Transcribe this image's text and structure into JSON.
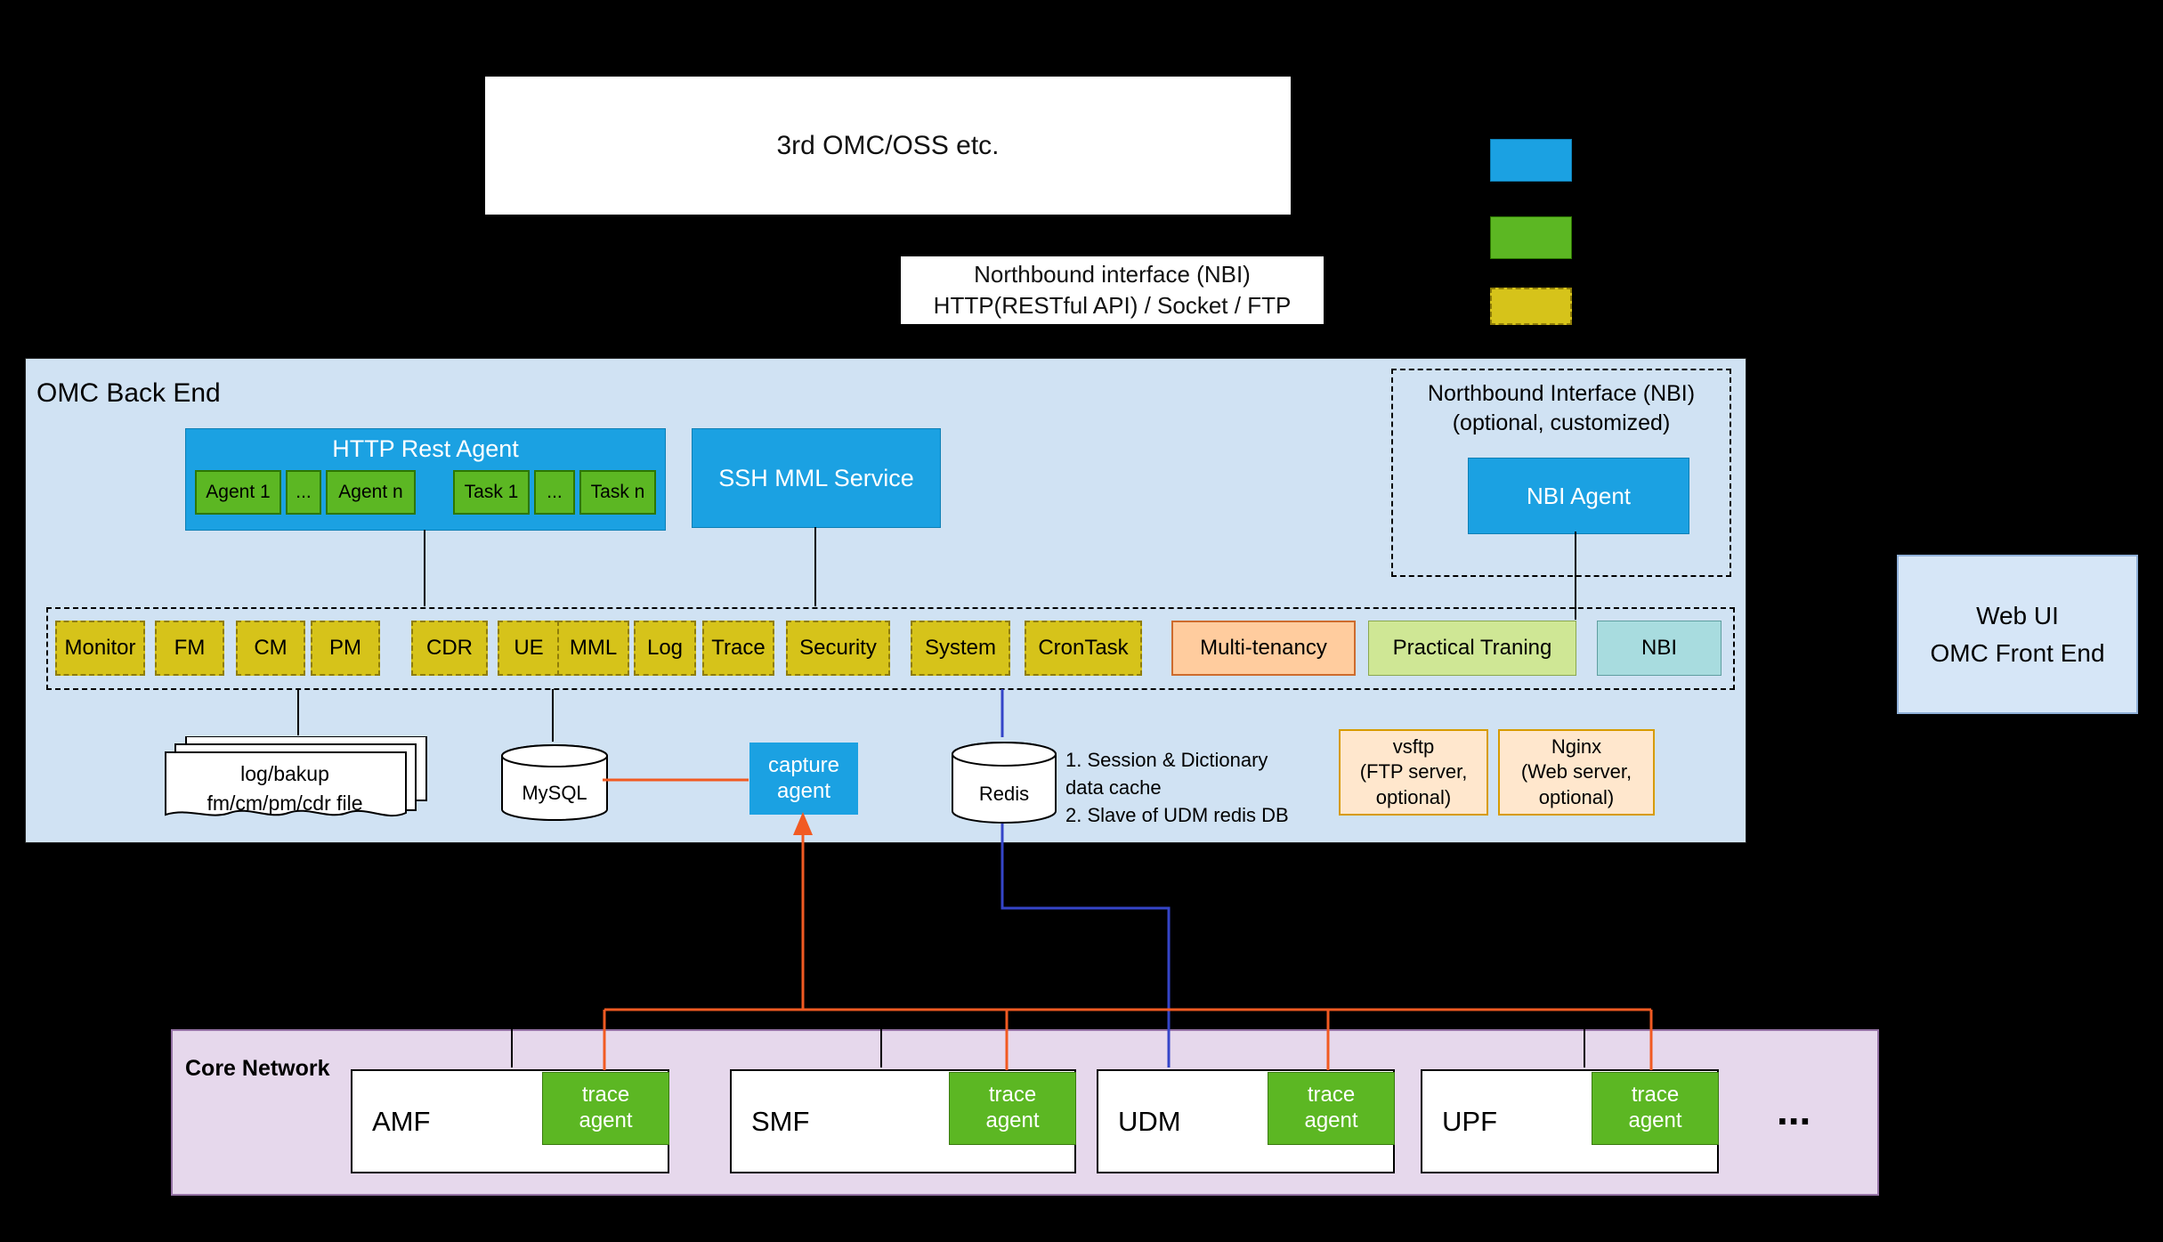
{
  "colors": {
    "background": "#000000",
    "panel_blue": "#d0e2f3",
    "box_blue": "#1ba1e2",
    "green": "#5cb723",
    "yellow": "#d6c31a",
    "peach": "#ffcc9e",
    "light_green": "#cfe795",
    "teal": "#a8dcdf",
    "purple_panel": "#e6d8ec",
    "purple_border": "#9673a6",
    "orange_line": "#f15a22",
    "blue_line": "#3545c8",
    "option_box_fill": "#ffe7cd",
    "option_box_border": "#d79b00"
  },
  "top": {
    "oss_label": "3rd OMC/OSS etc.",
    "nbi_text_line1": "Northbound interface (NBI)",
    "nbi_text_line2": "HTTP(RESTful API) / Socket / FTP"
  },
  "legend": {
    "items": [
      {
        "name": "blue",
        "color": "#1ba1e2"
      },
      {
        "name": "green",
        "color": "#5cb723"
      },
      {
        "name": "yellow",
        "color": "#d6c31a"
      }
    ]
  },
  "omc": {
    "title": "OMC Back End",
    "http_rest_agent": {
      "title": "HTTP Rest Agent",
      "chips": [
        "Agent 1",
        "...",
        "Agent n",
        "Task 1",
        "...",
        "Task n"
      ]
    },
    "ssh_mml": "SSH MML Service",
    "nbi_panel": {
      "line1": "Northbound Interface (NBI)",
      "line2": "(optional, customized)",
      "agent": "NBI  Agent"
    },
    "modules": [
      {
        "label": "Monitor"
      },
      {
        "label": "FM"
      },
      {
        "label": "CM"
      },
      {
        "label": "PM"
      },
      {
        "label": "CDR"
      },
      {
        "label": "UE"
      },
      {
        "label": "MML"
      },
      {
        "label": "Log"
      },
      {
        "label": "Trace"
      },
      {
        "label": "Security"
      },
      {
        "label": "System"
      },
      {
        "label": "CronTask"
      },
      {
        "label": "Multi-tenancy"
      },
      {
        "label": "Practical Traning"
      },
      {
        "label": "NBI"
      }
    ],
    "log_file": {
      "line1": "log/bakup",
      "line2": "fm/cm/pm/cdr file"
    },
    "mysql": "MySQL",
    "capture_agent": "capture agent",
    "redis": "Redis",
    "redis_note": {
      "line1": "1. Session & Dictionary",
      "line2": "data cache",
      "line3": "2. Slave of UDM redis DB"
    },
    "vsftp": {
      "line1": "vsftp",
      "line2": "(FTP server,",
      "line3": "optional)"
    },
    "nginx": {
      "line1": "Nginx",
      "line2": "(Web server,",
      "line3": "optional)"
    }
  },
  "web_ui": {
    "line1": "Web UI",
    "line2": "OMC Front End"
  },
  "core": {
    "title": "Core Network",
    "nfs": [
      {
        "name": "AMF",
        "agent": "trace agent"
      },
      {
        "name": "SMF",
        "agent": "trace agent"
      },
      {
        "name": "UDM",
        "agent": "trace agent"
      },
      {
        "name": "UPF",
        "agent": "trace agent"
      }
    ],
    "ellipsis": "..."
  }
}
